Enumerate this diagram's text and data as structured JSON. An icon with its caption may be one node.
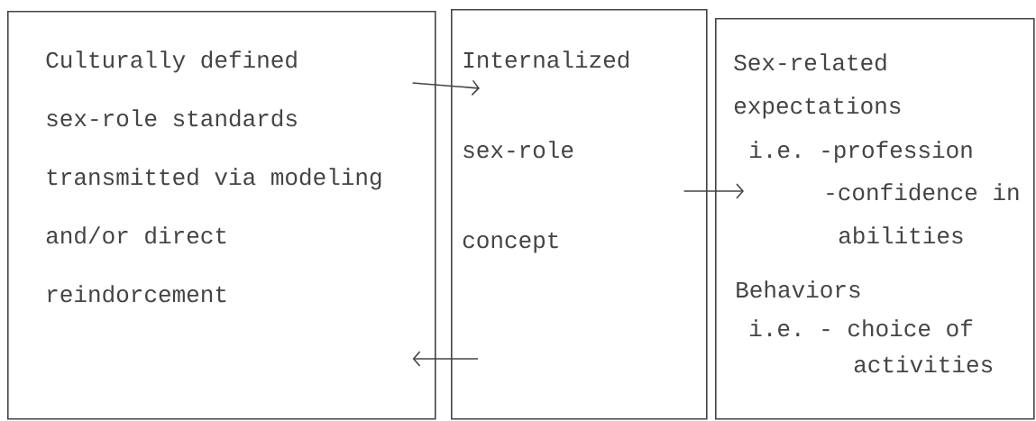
{
  "diagram": {
    "nodes": [
      {
        "text": [
          "Culturally defined sex-role standards transmitted via modeling and/or direct reindorcement"
        ]
      },
      {
        "text": [
          "Internalized sex-role concept"
        ]
      },
      {
        "text": [
          "Sex-related expectations",
          "i.e. -profession",
          "-confidence in abilities",
          "Behaviors",
          "i.e. - choice of activities"
        ]
      }
    ],
    "edges": [
      {
        "from": 0,
        "to": 1,
        "arrow": "to"
      },
      {
        "from": 1,
        "to": 2,
        "arrow": "to"
      },
      {
        "from": 1,
        "to": 0,
        "arrow": "to"
      }
    ]
  }
}
